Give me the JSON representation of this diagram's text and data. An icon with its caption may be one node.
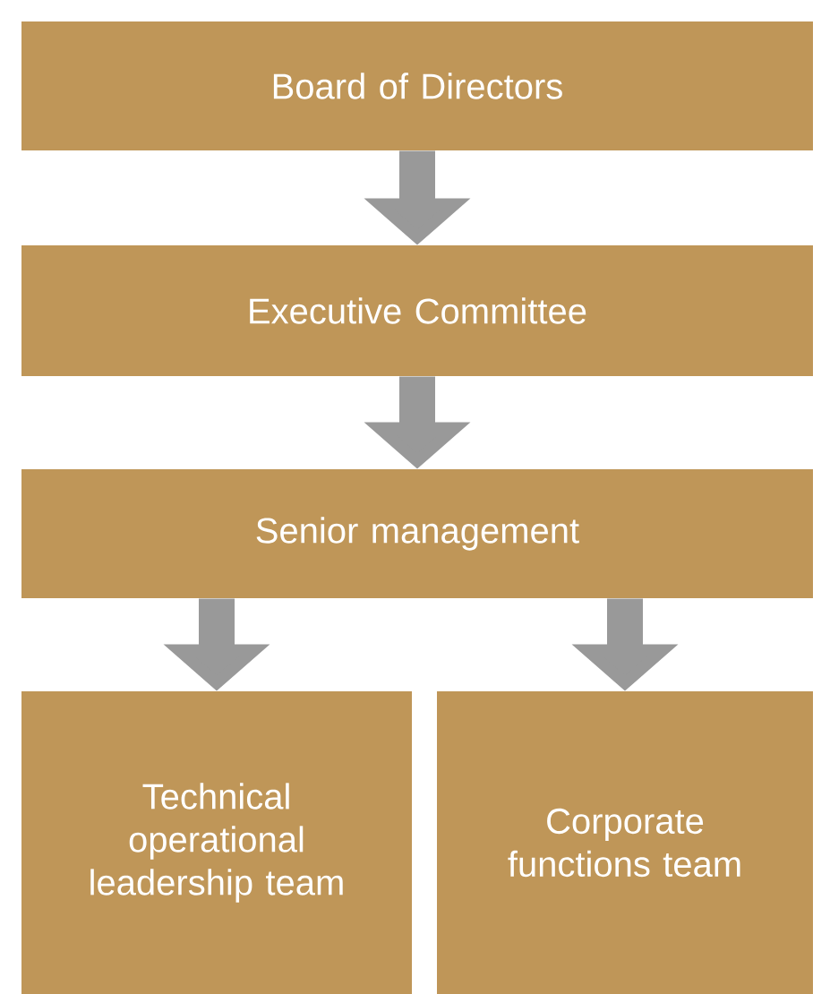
{
  "diagram": {
    "nodes": [
      {
        "text": [
          "Board of Directors"
        ]
      },
      {
        "text": [
          "Executive Committee"
        ]
      },
      {
        "text": [
          "Senior management"
        ]
      },
      {
        "text": [
          "Technical operational leadership team"
        ]
      },
      {
        "text": [
          "Corporate functions team"
        ]
      }
    ],
    "edges": [
      {
        "from": 0,
        "to": 1,
        "arrow": "to"
      },
      {
        "from": 1,
        "to": 2,
        "arrow": "to"
      },
      {
        "from": 2,
        "to": 3,
        "arrow": "to"
      },
      {
        "from": 2,
        "to": 4,
        "arrow": "to"
      }
    ]
  }
}
